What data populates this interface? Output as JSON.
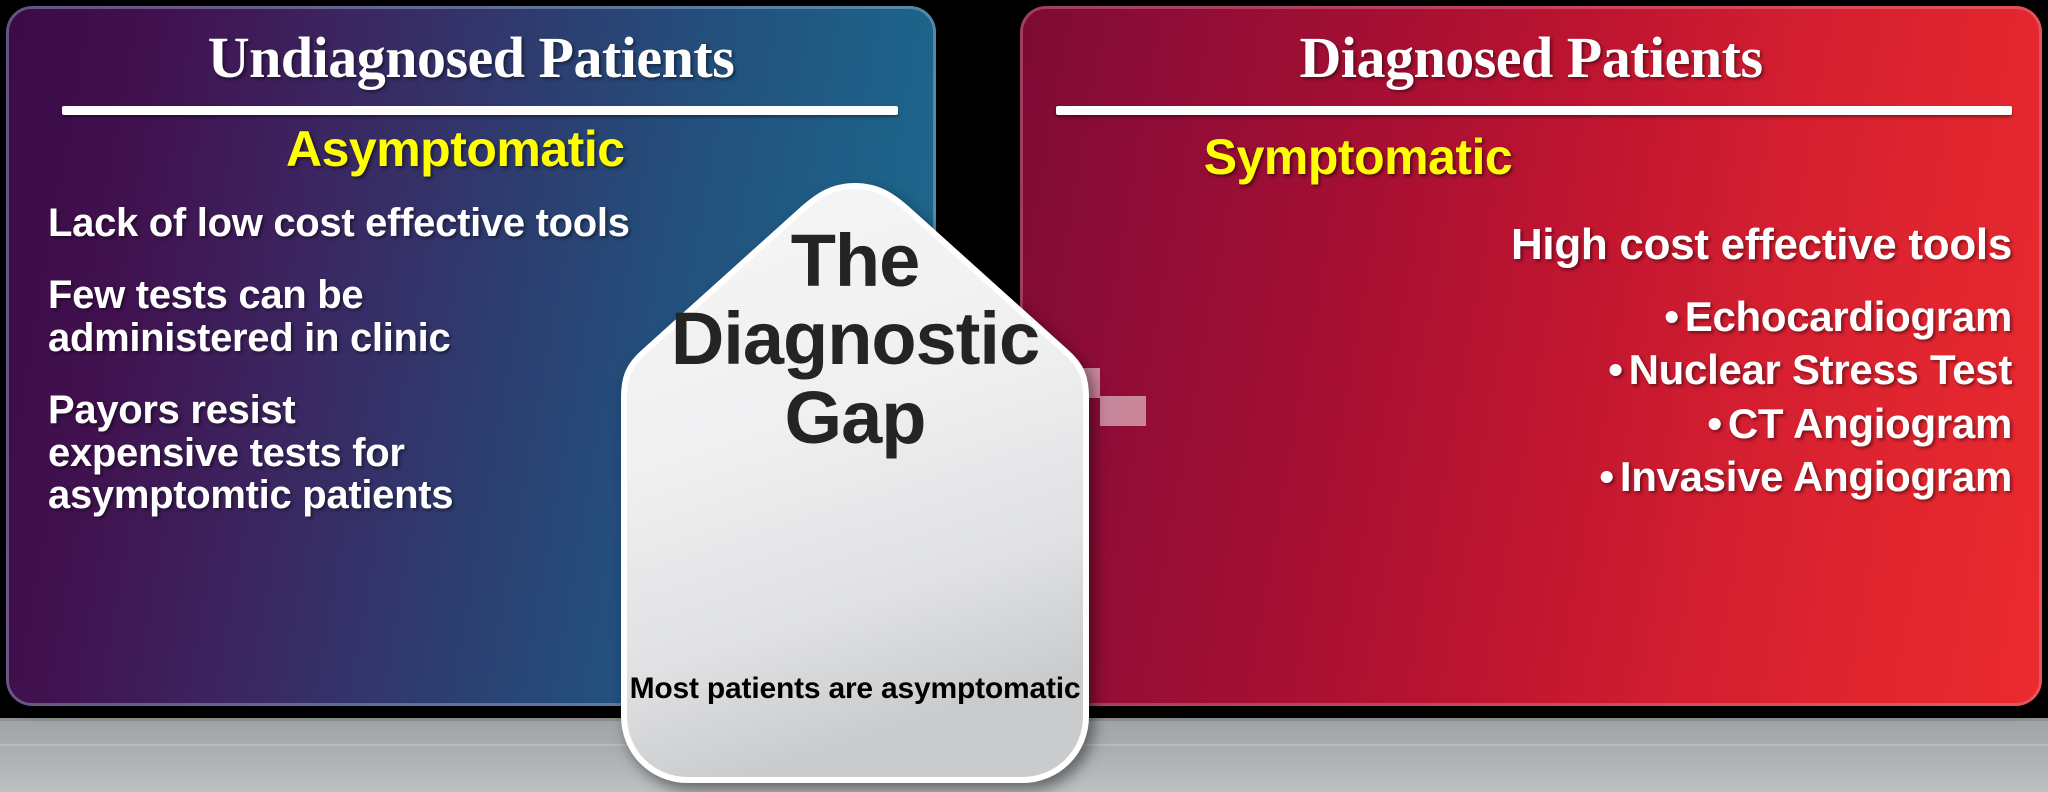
{
  "diagram": {
    "title": "The Diagnostic Gap",
    "background_color": "#000000",
    "bottom_band_color": "#a8abae"
  },
  "left_panel": {
    "heading": "Undiagnosed Patients",
    "subtitle": "Asymptomatic",
    "subtitle_color": "#ffff00",
    "gradient_from": "#3b0c47",
    "gradient_to": "#21688f",
    "blocks": [
      {
        "lines": [
          "Lack of low cost effective tools"
        ]
      },
      {
        "lines": [
          "Few tests can be",
          "administered in clinic"
        ]
      },
      {
        "lines": [
          "Payors resist",
          "expensive tests for",
          "asymptomtic patients"
        ]
      }
    ]
  },
  "right_panel": {
    "heading": "Diagnosed Patients",
    "subtitle": "Symptomatic",
    "subtitle_color": "#ffff00",
    "gradient_from": "#7d0b33",
    "gradient_to": "#ea2a2f",
    "lead": "High cost effective tools",
    "bullet_glyph": "•",
    "bullets": [
      "Echocardiogram",
      "Nuclear Stress Test",
      "CT Angiogram",
      "Invasive Angiogram"
    ]
  },
  "center_shape": {
    "fill_from": "#f4f4f5",
    "fill_to": "#cfd1d3",
    "title_lines": [
      "The",
      "Diagnostic",
      "Gap"
    ],
    "caption": "Most patients are asymptomatic"
  }
}
